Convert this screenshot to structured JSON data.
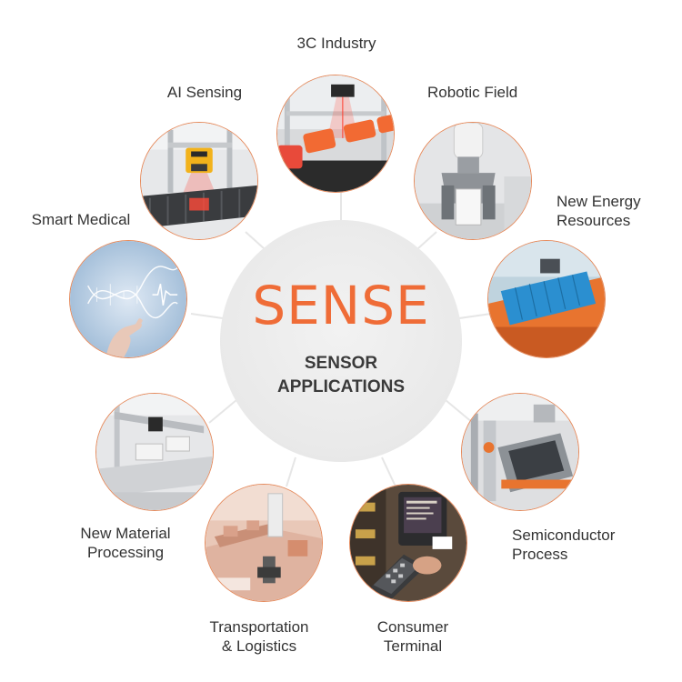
{
  "center": {
    "brand": "SENSE",
    "subtitle_line1": "SENSOR",
    "subtitle_line2": "APPLICATIONS"
  },
  "applications": [
    {
      "line1": "3C Industry"
    },
    {
      "line1": "Robotic Field"
    },
    {
      "line1": "New Energy",
      "line2": "Resources"
    },
    {
      "line1": "Semiconductor",
      "line2": "Process"
    },
    {
      "line1": "Consumer",
      "line2": "Terminal"
    },
    {
      "line1": "Transportation",
      "line2": "& Logistics"
    },
    {
      "line1": "New Material",
      "line2": "Processing"
    },
    {
      "line1": "Smart Medical"
    },
    {
      "line1": "AI Sensing"
    }
  ],
  "colors": {
    "brand_orange": "#ef6c37",
    "circle_border": "#e58a5c",
    "center_fill": "#ebebeb",
    "label_text": "#333333"
  }
}
